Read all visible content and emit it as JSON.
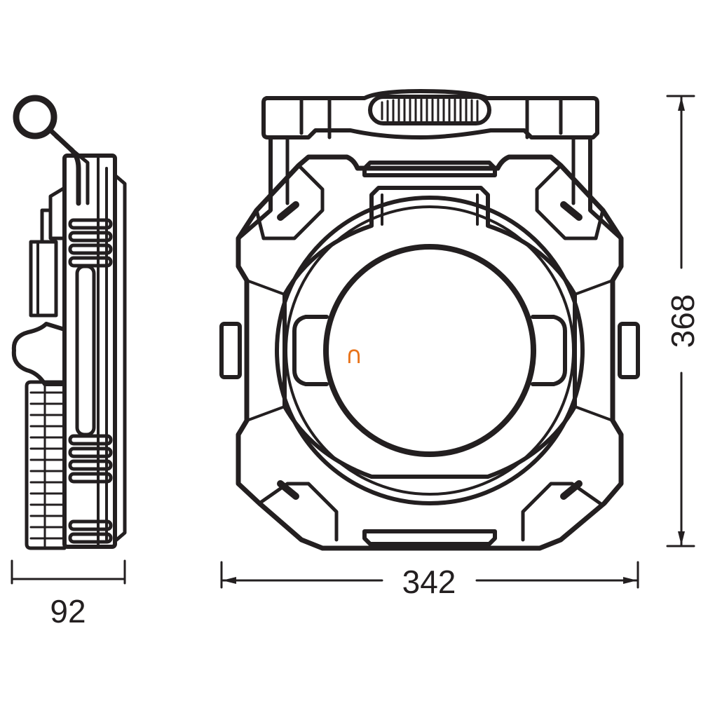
{
  "dimensions": {
    "depth": "92",
    "width": "342",
    "height": "368"
  },
  "marker": {
    "symbol": "∩",
    "color": "#e8731a"
  },
  "colors": {
    "line": "#231f20",
    "background": "#ffffff"
  }
}
